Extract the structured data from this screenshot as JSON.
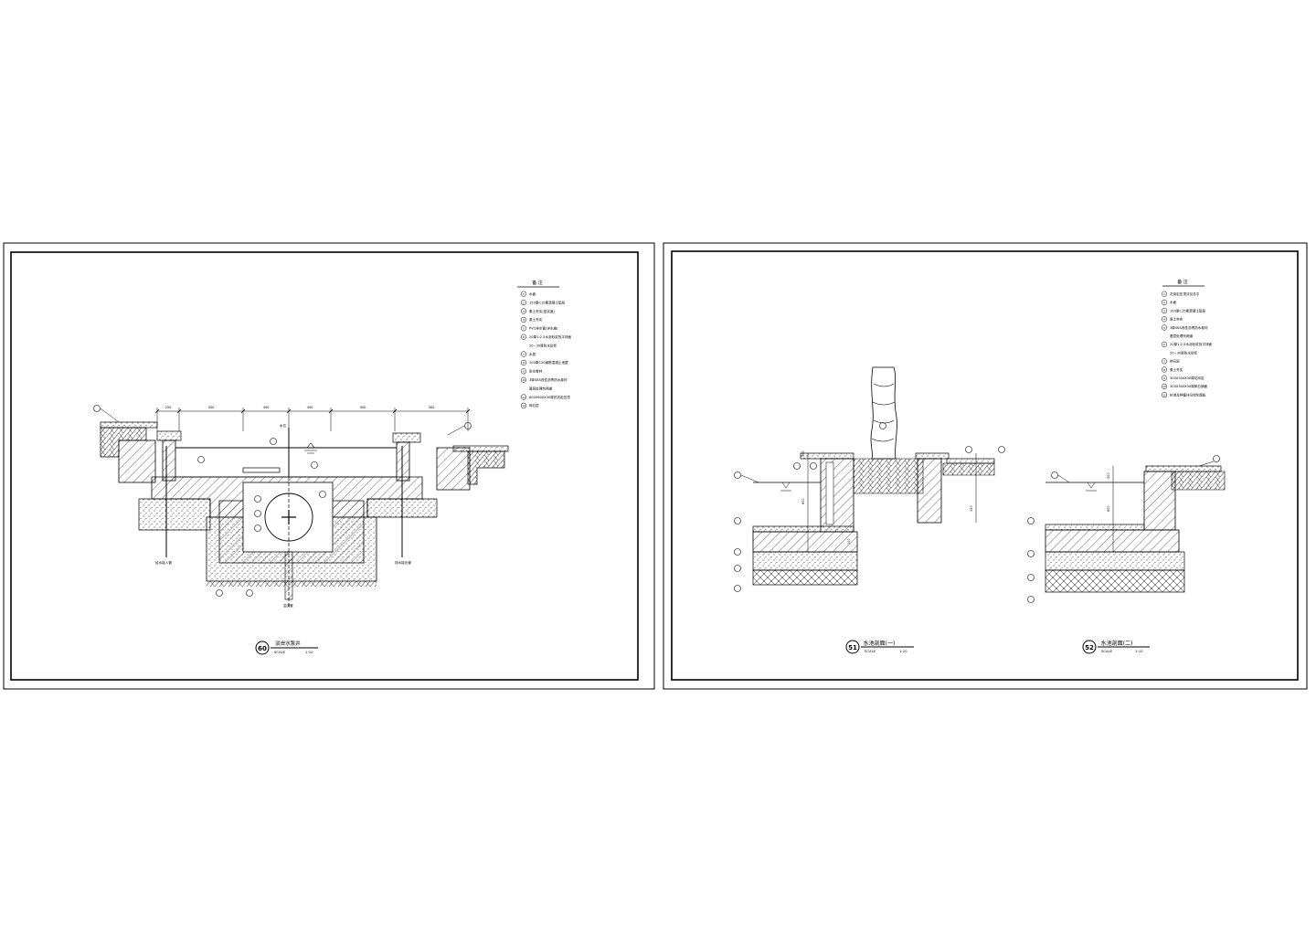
{
  "sheet_left": {
    "title_number": "60",
    "title": "驳岸水泵井",
    "scale_label": "SCALE",
    "scale": "1:10",
    "legend_title": "备    注",
    "legend": [
      {
        "n": "1",
        "text": "水面"
      },
      {
        "n": "2",
        "text": "150厚C15素混凝土垫层"
      },
      {
        "n": "3",
        "text": "素土夯实(密实度)"
      },
      {
        "n": "4",
        "text": "原土夯实"
      },
      {
        "n": "5",
        "text": "PVC排水管(详水施)"
      },
      {
        "n": "6",
        "text": "20厚1:2.5水泥砂浆找平抹面"
      },
      {
        "n": "",
        "text": "20~30厚防水砂浆"
      },
      {
        "n": "7",
        "text": "水泵"
      },
      {
        "n": "8",
        "text": "100厚C20钢筋混凝土池壁"
      },
      {
        "n": "9",
        "text": "防水卷材"
      },
      {
        "n": "10",
        "text": "3厚SBS改性沥青防水卷材"
      },
      {
        "n": "",
        "text": "基层处理剂两道"
      },
      {
        "n": "11",
        "text": "600X600X30厚花岗岩压顶"
      },
      {
        "n": "12",
        "text": "碎石层"
      }
    ],
    "dims_top": [
      "250",
      "450",
      "450",
      "450",
      "450",
      "300"
    ],
    "callouts": {
      "water": "水位",
      "supply": "给水接入管",
      "drain": "排水接出管",
      "overflow": "溢流管"
    }
  },
  "sheet_right": {
    "legend_title": "备    注",
    "legend": [
      {
        "n": "1",
        "text": "花岗岩压顶详见总平"
      },
      {
        "n": "2",
        "text": "水面"
      },
      {
        "n": "3",
        "text": "150厚C15素混凝土垫层"
      },
      {
        "n": "4",
        "text": "原土夯实"
      },
      {
        "n": "5",
        "text": "3厚SBS改性沥青防水卷材"
      },
      {
        "n": "",
        "text": "基层处理剂两道"
      },
      {
        "n": "6",
        "text": "20厚1:2.5水泥砂浆找平抹面"
      },
      {
        "n": "",
        "text": "20~30厚防水砂浆"
      },
      {
        "n": "7",
        "text": "碎石层"
      },
      {
        "n": "8",
        "text": "素土夯实"
      },
      {
        "n": "9",
        "text": "300X300X30厚花岗岩"
      },
      {
        "n": "10",
        "text": "300X300X30厚卵石铺面"
      },
      {
        "n": "11",
        "text": "树池及种植详见绿化图纸"
      }
    ],
    "detail_a": {
      "number": "51",
      "title": "水池剖面(一)",
      "scale_label": "SCALE",
      "scale": "1:10"
    },
    "detail_b": {
      "number": "52",
      "title": "水池剖面(二)",
      "scale_label": "SCALE",
      "scale": "1:10"
    },
    "dims_a": [
      "300",
      "600",
      "150",
      "100"
    ],
    "dims_b": [
      "300",
      "600"
    ]
  }
}
